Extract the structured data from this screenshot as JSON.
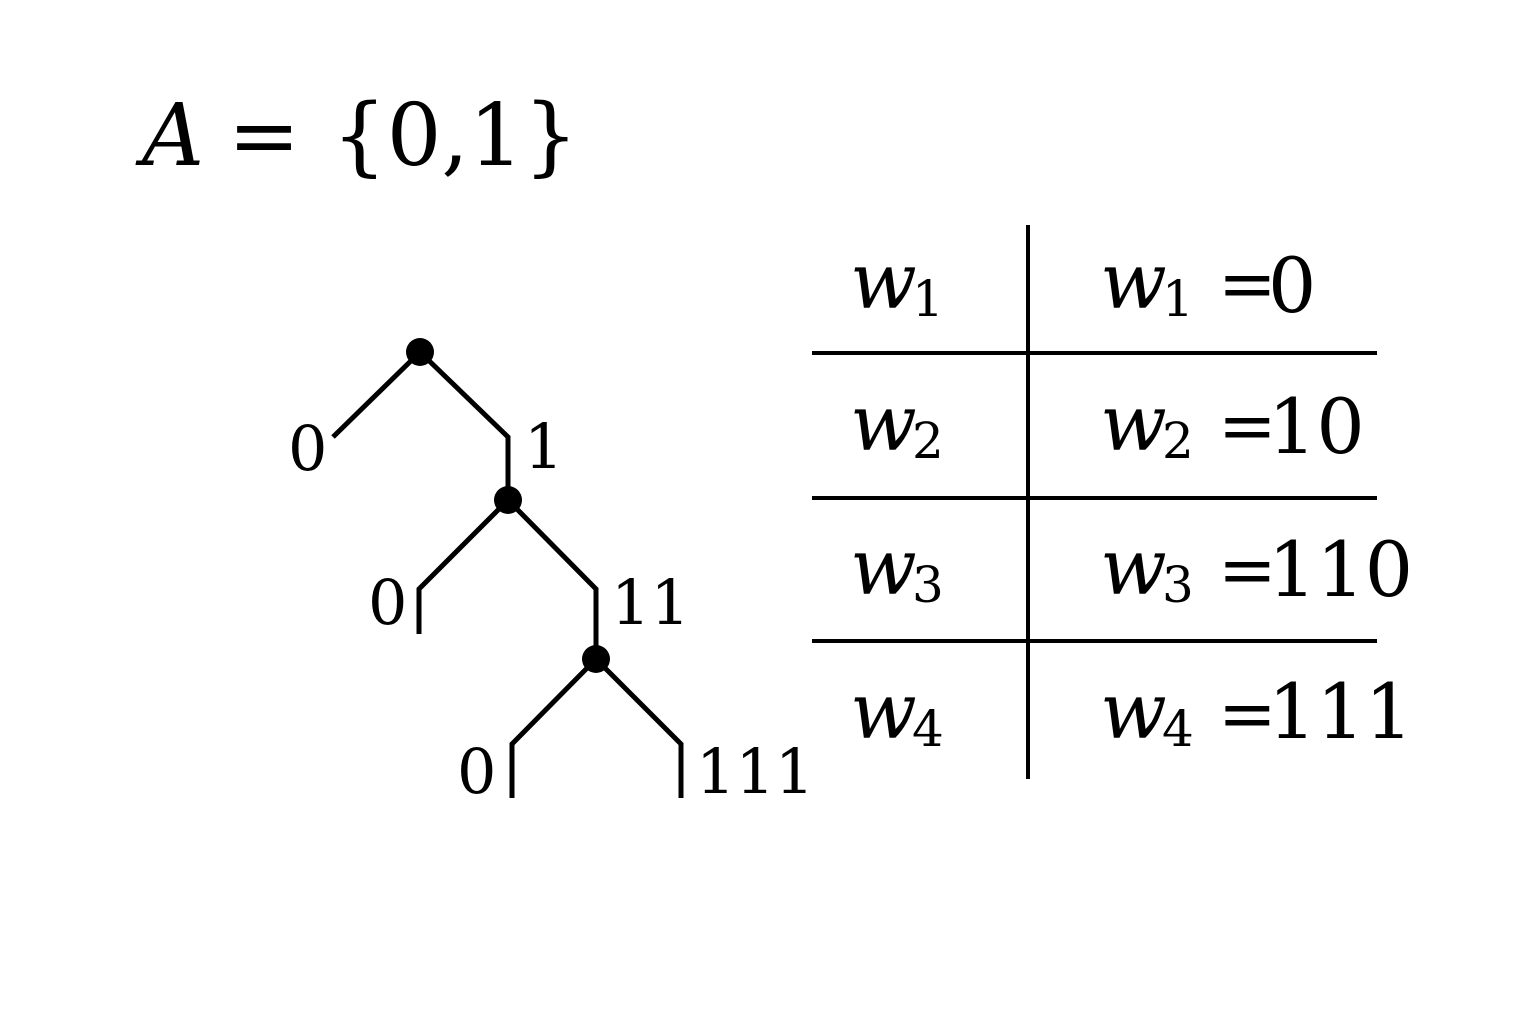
{
  "alphabet": {
    "symbol": "A",
    "equals": "=",
    "set": "{0,1}"
  },
  "tree": {
    "level1": {
      "left_label": "0",
      "right_label": "1"
    },
    "level2": {
      "left_label": "0",
      "right_label": "11"
    },
    "level3": {
      "left_label": "0",
      "right_label": "111"
    }
  },
  "table": {
    "rows": [
      {
        "word": "w",
        "index": "1",
        "eq": "=",
        "code": "0"
      },
      {
        "word": "w",
        "index": "2",
        "eq": "=",
        "code": "10"
      },
      {
        "word": "w",
        "index": "3",
        "eq": "=",
        "code": "110"
      },
      {
        "word": "w",
        "index": "4",
        "eq": "=",
        "code": "111"
      }
    ]
  },
  "colors": {
    "ink": "#000000",
    "background": "#ffffff"
  }
}
